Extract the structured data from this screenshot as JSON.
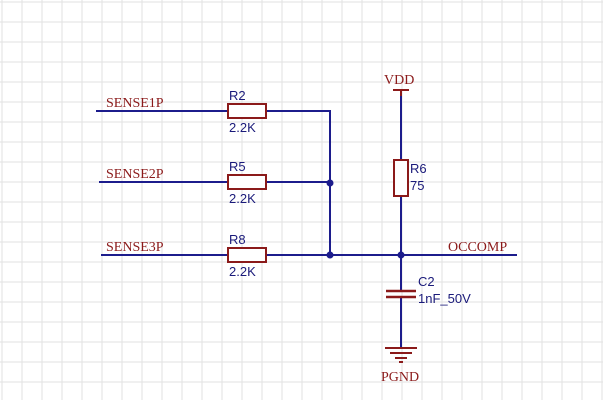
{
  "colors": {
    "background": "#ffffff",
    "grid": "#e2e2e2",
    "wire": "#1c1c8c",
    "component": "#8b1a1a",
    "net_label": "#8b1a1a",
    "designator": "#1a1a7a"
  },
  "schematic": {
    "nets": {
      "sense1": "SENSE1P",
      "sense2": "SENSE2P",
      "sense3": "SENSE3P",
      "vdd": "VDD",
      "occomp": "OCCOMP",
      "pgnd": "PGND"
    },
    "components": {
      "r2": {
        "ref": "R2",
        "value": "2.2K"
      },
      "r5": {
        "ref": "R5",
        "value": "2.2K"
      },
      "r8": {
        "ref": "R8",
        "value": "2.2K"
      },
      "r6": {
        "ref": "R6",
        "value": "75"
      },
      "c2": {
        "ref": "C2",
        "value": "1nF_50V"
      }
    }
  }
}
